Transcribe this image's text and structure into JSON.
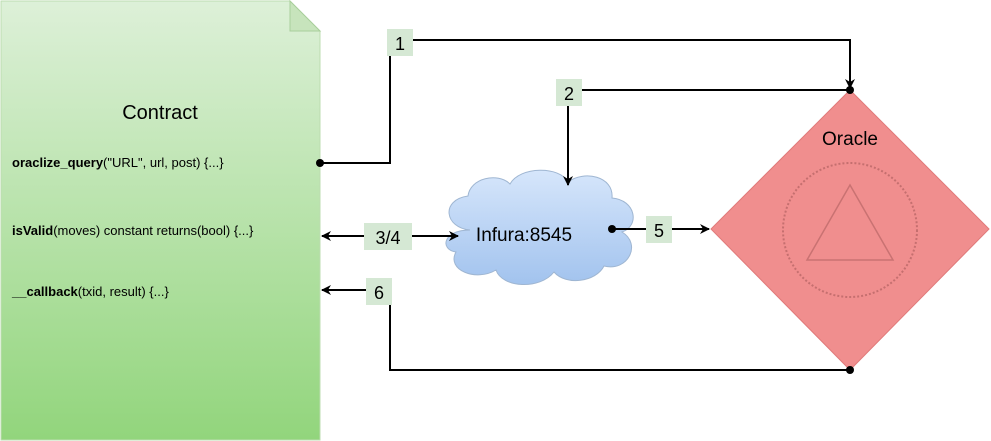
{
  "contract": {
    "title": "Contract",
    "methods": [
      {
        "name": "oraclize_query",
        "rest": "(\"URL\", url, post) {...}"
      },
      {
        "name": "isValid",
        "rest": "(moves) constant returns(bool) {...}"
      },
      {
        "name": "__callback",
        "rest": "(txid, result) {...}"
      }
    ],
    "fill_top": "#ddf0d8",
    "fill_bottom": "#92d57c"
  },
  "infura": {
    "label": "Infura:8545",
    "fill_top": "#d6e6fb",
    "fill_bottom": "#a2c3ee"
  },
  "oracle": {
    "label": "Oracle",
    "fill": "#f08e8e",
    "icon": "triangle-in-circle-icon"
  },
  "steps": [
    {
      "id": "1",
      "label": "1"
    },
    {
      "id": "2",
      "label": "2"
    },
    {
      "id": "3-4",
      "label": "3/4"
    },
    {
      "id": "5",
      "label": "5"
    },
    {
      "id": "6",
      "label": "6"
    }
  ],
  "step_label_fill": "#d5e8d4"
}
